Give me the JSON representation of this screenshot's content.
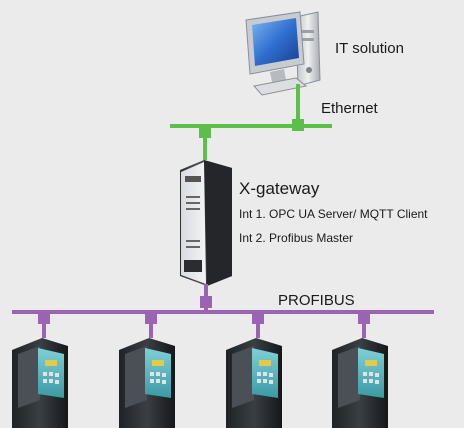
{
  "labels": {
    "it_solution": "IT solution",
    "ethernet": "Ethernet",
    "gateway_title": "X-gateway",
    "interface_1": "Int 1. OPC UA Server/ MQTT Client",
    "interface_2": "Int 2. Profibus Master",
    "profibus": "PROFIBUS"
  },
  "colors": {
    "background": "#ebebeb",
    "ethernet": "#5cbf4a",
    "profibus": "#9b63b3"
  },
  "icons": {
    "computer": "computer-icon",
    "gateway": "gateway-device-icon",
    "drive": "drive-device-icon"
  },
  "drives": [
    {
      "id": "drive-1"
    },
    {
      "id": "drive-2"
    },
    {
      "id": "drive-3"
    },
    {
      "id": "drive-4"
    }
  ]
}
